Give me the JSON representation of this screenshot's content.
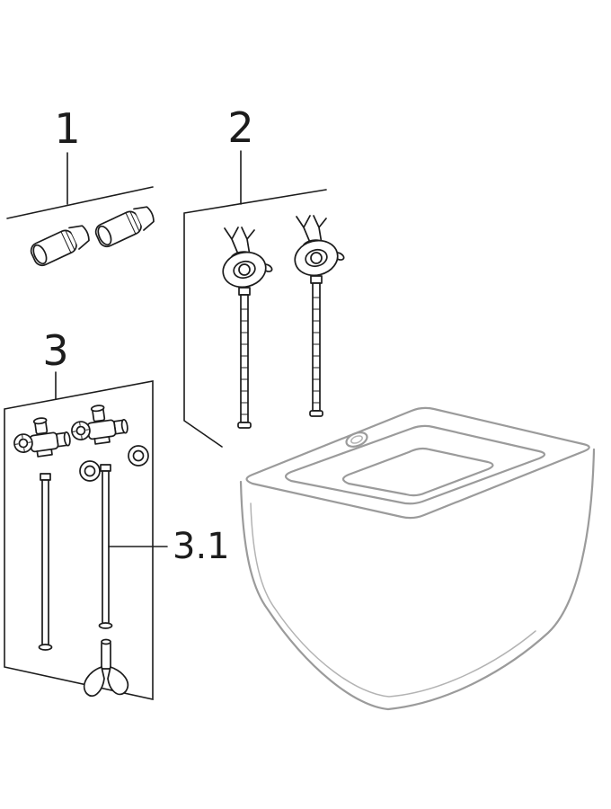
{
  "labels": {
    "group1": "1",
    "group2": "2",
    "group3": "3",
    "group3_1": "3.1"
  },
  "parts": {
    "group1": "wall-anchor-sleeves",
    "group2": "mounting-brackets-with-threaded-rods",
    "group3": "fixing-set-with-rods-and-key",
    "group3_1": "threaded-rods"
  },
  "colors": {
    "background": "#ffffff",
    "part_line": "#1c1c1c",
    "ceramic_line": "#9b9b9b"
  }
}
